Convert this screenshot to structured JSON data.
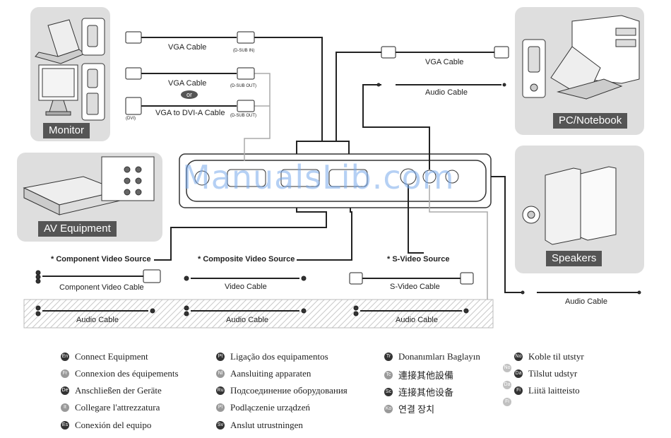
{
  "devices": {
    "monitor": "Monitor",
    "pc": "PC/Notebook",
    "av": "AV Equipment",
    "speakers": "Speakers"
  },
  "cables": {
    "vga1": "VGA Cable",
    "dsub_in": "(D-SUB IN)",
    "vga2": "VGA Cable",
    "or": "or",
    "dvi_cable": "VGA to DVI-A Cable",
    "dvi": "(DVI)",
    "dsub_out1": "(D-SUB OUT)",
    "dsub_out2": "(D-SUB OUT)",
    "pc_vga": "VGA Cable",
    "pc_audio": "Audio Cable",
    "component_src": "* Component Video Source",
    "composite_src": "* Composite Video Source",
    "svideo_src": "* S-Video Source",
    "component_cable": "Component Video Cable",
    "video_cable": "Video Cable",
    "svideo_cable": "S-Video Cable",
    "audio1": "Audio Cable",
    "audio2": "Audio Cable",
    "audio3": "Audio Cable",
    "speaker_audio": "Audio Cable"
  },
  "watermark": "ManualsLib.com",
  "languages": [
    {
      "code": "En",
      "text": "Connect Equipment"
    },
    {
      "code": "Fr",
      "text": "Connexion des équipements"
    },
    {
      "code": "De",
      "text": "Anschließen der Geräte"
    },
    {
      "code": "It",
      "text": "Collegare l'attrezzatura"
    },
    {
      "code": "Es",
      "text": "Conexión del equipo"
    },
    {
      "code": "Pt",
      "text": "Ligação dos equipamentos"
    },
    {
      "code": "Nl",
      "text": "Aansluiting apparaten"
    },
    {
      "code": "Ru",
      "text": "Подсоединение оборудования"
    },
    {
      "code": "Pl",
      "text": "Podlączenie urządzeń"
    },
    {
      "code": "Sv",
      "text": "Anslut utrustningen"
    },
    {
      "code": "Tr",
      "text": "Donanımları Baglayın"
    },
    {
      "code": "Tc",
      "text": "連接其他設備"
    },
    {
      "code": "Sc",
      "text": "连接其他设备"
    },
    {
      "code": "Ko",
      "text": "연결 장치"
    },
    {
      "code": "No",
      "text": "Koble til utstyr"
    },
    {
      "code": "Da",
      "text": "Tilslut udstyr"
    },
    {
      "code": "Fi",
      "text": "Liitä laitteisto"
    }
  ],
  "extra_badges": [
    "No",
    "Da",
    "Fi"
  ]
}
